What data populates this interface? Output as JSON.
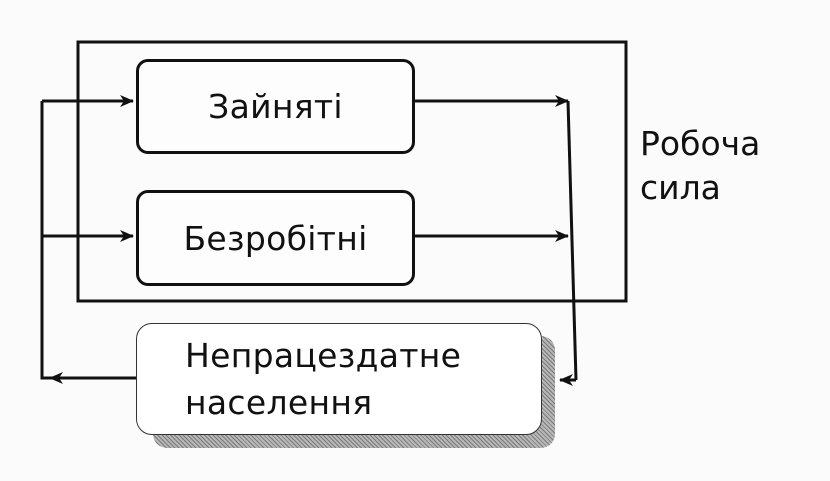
{
  "diagram": {
    "nodes": {
      "employed": "Зайняті",
      "unemployed": "Безробітні",
      "inactive_line1": "Непрацездатне",
      "inactive_line2": "населення"
    },
    "group_label_line1": "Робоча",
    "group_label_line2": "сила",
    "edges": [
      {
        "from": "Зайняті",
        "to": "Непрацездатне населення"
      },
      {
        "from": "Безробітні",
        "to": "Непрацездатне населення"
      },
      {
        "from": "Непрацездатне населення",
        "to": "Зайняті"
      },
      {
        "from": "Непрацездатне населення",
        "to": "Безробітні"
      }
    ],
    "colors": {
      "line": "#111111",
      "background": "#fbfbfb",
      "shadow": "#9a9a9a"
    }
  }
}
